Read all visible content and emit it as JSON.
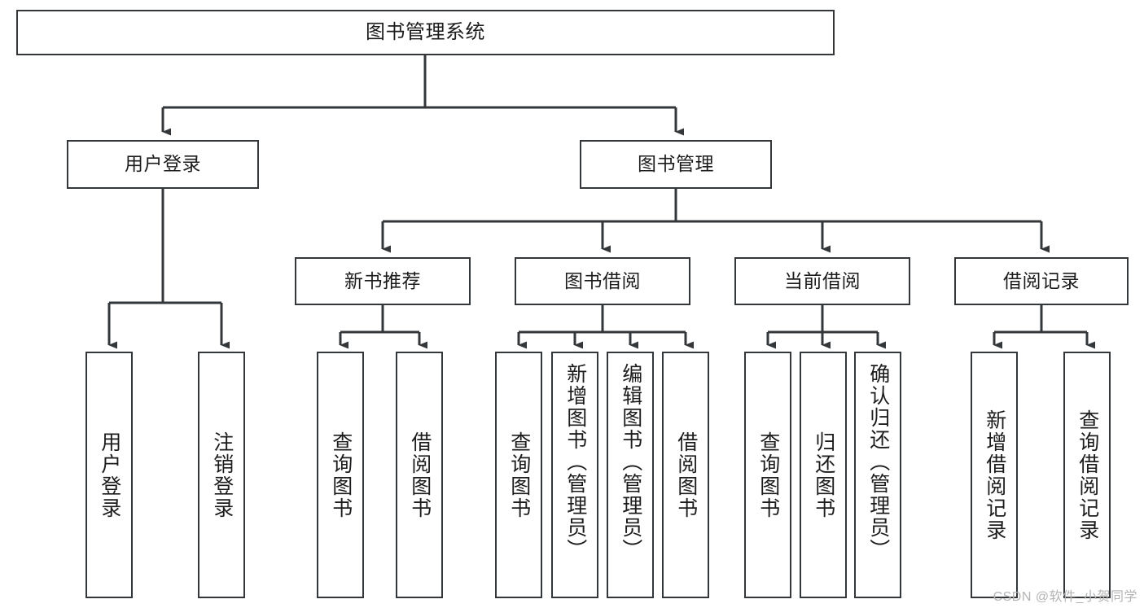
{
  "diagram": {
    "type": "tree-hierarchy-chart",
    "title": "图书管理系统",
    "line_color": "#33373a",
    "box_fill": "#ffffff",
    "text_color": "#1c1c1c",
    "root": {
      "label": "图书管理系统"
    },
    "level2": [
      {
        "label": "用户登录"
      },
      {
        "label": "图书管理"
      }
    ],
    "level3": [
      {
        "label": "新书推荐"
      },
      {
        "label": "图书借阅"
      },
      {
        "label": "当前借阅"
      },
      {
        "label": "借阅记录"
      }
    ],
    "leaves": {
      "user_login": [
        {
          "label": "用户登录"
        },
        {
          "label": "注销登录"
        }
      ],
      "new_book_recommend": [
        {
          "label": "查询图书"
        },
        {
          "label": "借阅图书"
        }
      ],
      "book_borrow": [
        {
          "label": "查询图书"
        },
        {
          "label": "新增图书（管理员）"
        },
        {
          "label": "编辑图书（管理员）"
        },
        {
          "label": "借阅图书"
        }
      ],
      "current_borrow": [
        {
          "label": "查询图书"
        },
        {
          "label": "归还图书"
        },
        {
          "label": "确认归还（管理员）"
        }
      ],
      "borrow_record": [
        {
          "label": "新增借阅记录"
        },
        {
          "label": "查询借阅记录"
        }
      ]
    }
  },
  "watermark": {
    "text": "CSDN @软件_小贺同学",
    "color": "#b4b4b4"
  }
}
